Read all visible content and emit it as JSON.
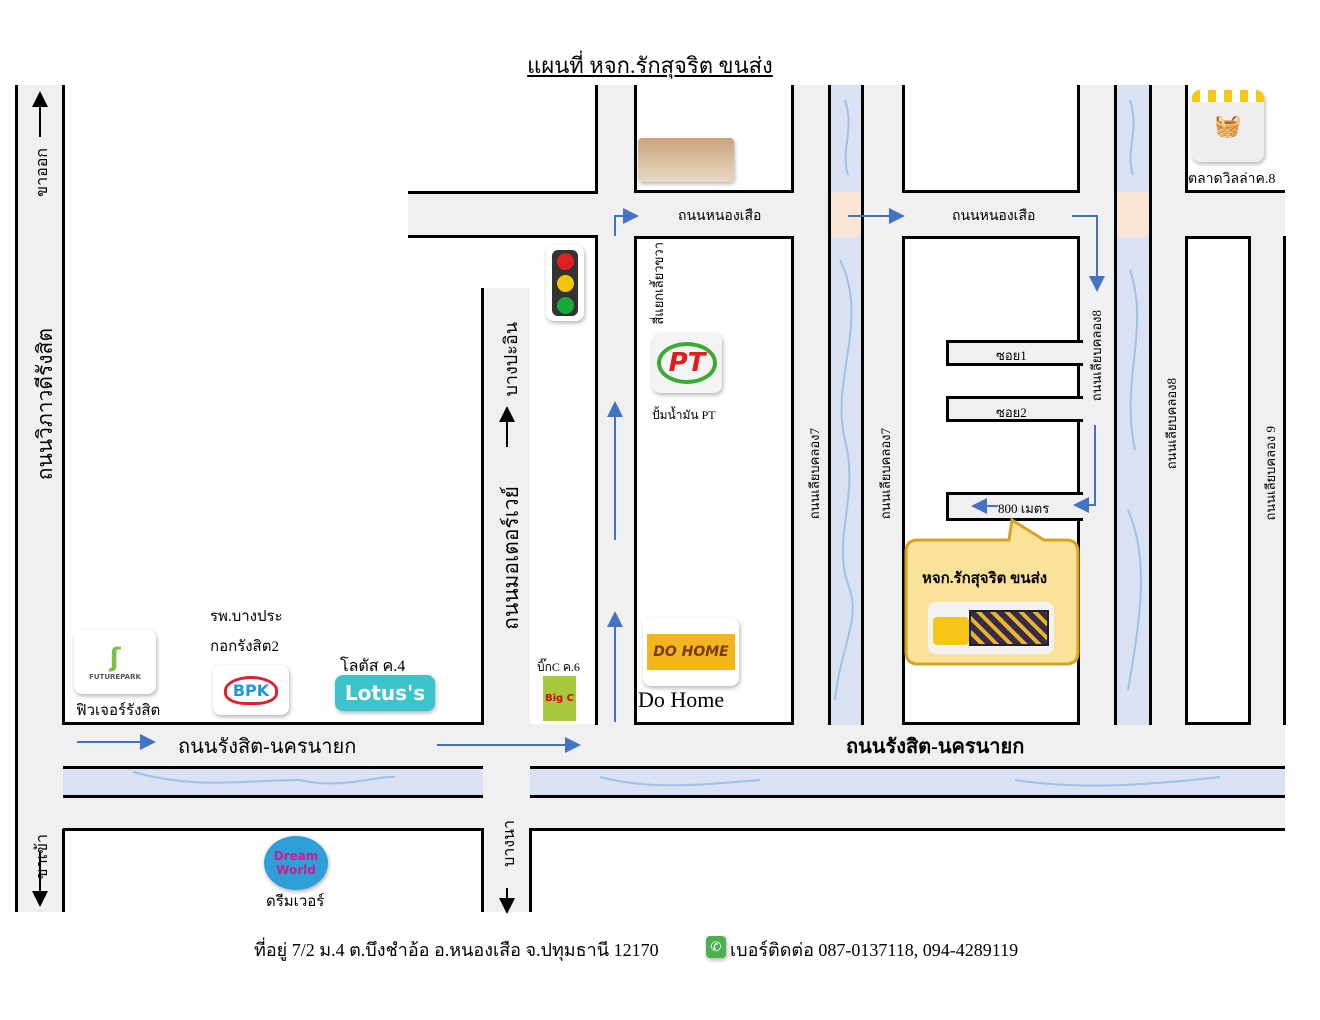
{
  "title": "แผนที่ หจก.รักสุจริต ขนส่ง",
  "roads": {
    "nongsuea_1": "ถนนหนองเสือ",
    "nongsuea_2": "ถนนหนองเสือ",
    "vibhavadi": "ถนนวิภาวดีรังสิต",
    "outbound": "ขาออก",
    "inbound": "ขาเข้า",
    "motorway": "ถนนมอเตอร์เวย์",
    "bang_pa_in": "บางปะอิน",
    "bang_na": "บางนา",
    "turn_right": "สี่แยกเลี้ยวขวา",
    "klong7_a": "ถนนเลียบคลอง7",
    "klong7_b": "ถนนเลียบคลอง7",
    "klong8_a": "ถนนเลียบคลอง8",
    "klong8_b": "ถนนเลียบคลอง8",
    "klong9": "ถนนเลียบคลอง 9",
    "soi1": "ซอย1",
    "soi2": "ซอย2",
    "distance": "800 เมตร",
    "rangsit_1": "ถนนรังสิต-นครนายก",
    "rangsit_2": "ถนนรังสิต-นครนายก"
  },
  "places": {
    "market": "ตลาดวิลล่าค.8",
    "pt_station": "ปั้มน้ำมัน PT",
    "pt_logo": "PT",
    "do_home": "Do Home",
    "do_home_logo": "DO HOME",
    "bigc": "บิ๊กC ค.6",
    "bigc_logo": "Big C",
    "lotus": "โลตัส ค.4",
    "lotus_logo": "Lotus's",
    "hospital_1": "รพ.บางประ",
    "hospital_2": "กอกรังสิต2",
    "bpk_logo": "BPK",
    "futurepark": "ฟิวเจอร์รังสิต",
    "futurepark_logo": "FUTUREPARK",
    "dreamworld": "ดรีมเวอร์",
    "dreamworld_logo": "Dream World",
    "company": "หจก.รักสุจริต ขนส่ง"
  },
  "footer": {
    "address": "ที่อยู่ 7/2 ม.4 ต.บึงชำอ้อ อ.หนองเสือ จ.ปทุมธานี 12170",
    "phone": "เบอร์ติดต่อ 087-0137118, 094-4289119"
  },
  "colors": {
    "road": "#f0f0f0",
    "canal": "#d9e1f2",
    "arrow": "#4472c4",
    "callout": "#fbe29a"
  }
}
